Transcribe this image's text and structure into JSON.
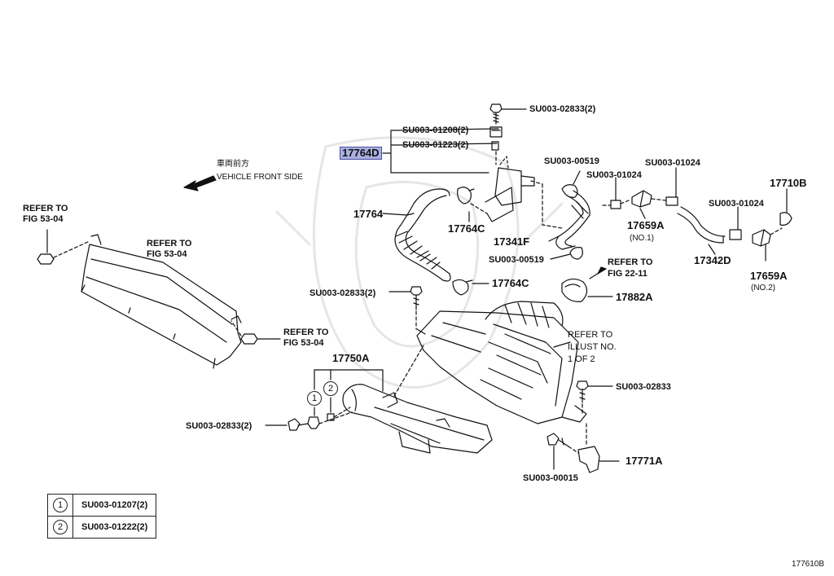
{
  "labels": {
    "su0302833_top": "SU003-02833(2)",
    "su0301208": "SU003-01208(2)",
    "su0301223": "SU003-01223(2)",
    "p17764D": "17764D",
    "su0300519_top": "SU003-00519",
    "su0301024_a": "SU003-01024",
    "su0301024_b": "SU003-01024",
    "su0301024_c": "SU003-01024",
    "p17710B": "17710B",
    "p17764": "17764",
    "p17764C_a": "17764C",
    "p17341F": "17341F",
    "p17659A_1": "17659A",
    "no1": "(NO.1)",
    "p17342D": "17342D",
    "p17659A_2": "17659A",
    "no2": "(NO.2)",
    "su0300519_mid": "SU003-00519",
    "p17764C_b": "17764C",
    "refer_fig_22_11_a": "REFER TO",
    "refer_fig_22_11_b": "FIG 22-11",
    "p17882A": "17882A",
    "su0302833_mid": "SU003-02833(2)",
    "jp_front": "車両前方",
    "vehicle_front": "VEHICLE FRONT SIDE",
    "refer_53_left_a": "REFER TO",
    "refer_53_left_b": "FIG 53-04",
    "refer_53_mid_a": "REFER TO",
    "refer_53_mid_b": "FIG 53-04",
    "refer_53_low_a": "REFER TO",
    "refer_53_low_b": "FIG 53-04",
    "refer_illust_a": "REFER TO",
    "refer_illust_b": "ILLUST NO.",
    "refer_illust_c": "1 OF 2",
    "p17750A": "17750A",
    "circle1": "1",
    "circle2": "2",
    "su0302833_low": "SU003-02833(2)",
    "su0302833_right": "SU003-02833",
    "su0300015": "SU003-00015",
    "p17771A": "17771A",
    "figure_id": "177610B"
  },
  "legend": [
    {
      "num": "1",
      "part": "SU003-01207(2)"
    },
    {
      "num": "2",
      "part": "SU003-01222(2)"
    }
  ],
  "colors": {
    "highlight": "#aab0e0",
    "line": "#111111"
  }
}
